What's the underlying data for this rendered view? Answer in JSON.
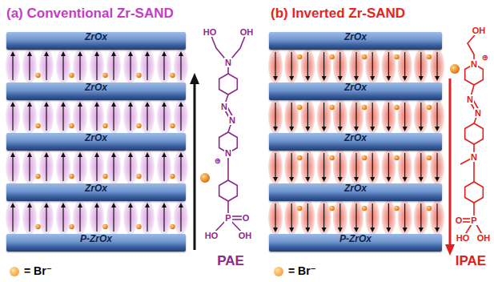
{
  "diagram": {
    "nodes": [
      {
        "text": [
          "ZrOx"
        ]
      },
      {
        "text": [
          "ZrOx"
        ]
      },
      {
        "text": [
          "ZrOx"
        ]
      },
      {
        "text": [
          "ZrOx"
        ]
      },
      {
        "text": [
          "P-ZrOx"
        ]
      },
      {
        "text": [
          "ZrOx"
        ]
      },
      {
        "text": [
          "ZrOx"
        ]
      },
      {
        "text": [
          "ZrOx"
        ]
      },
      {
        "text": [
          "ZrOx"
        ]
      },
      {
        "text": [
          "P-ZrOx"
        ]
      }
    ],
    "labels": [
      "(a) Conventional Zr-SAND",
      "(b) Inverted Zr-SAND",
      "HO",
      "OH",
      "N",
      "N",
      "N",
      "N",
      "⊕",
      "P",
      "O",
      "HO",
      "OH",
      "PAE",
      "OH",
      "N",
      "⊕",
      "N",
      "N",
      "N",
      "P",
      "O",
      "HO",
      "OH",
      "IPAE"
    ],
    "legend": [
      {
        "text": "= Br⁻",
        "color": "#f08a1c"
      },
      {
        "text": "= Br⁻",
        "color": "#f08a1c"
      }
    ]
  }
}
